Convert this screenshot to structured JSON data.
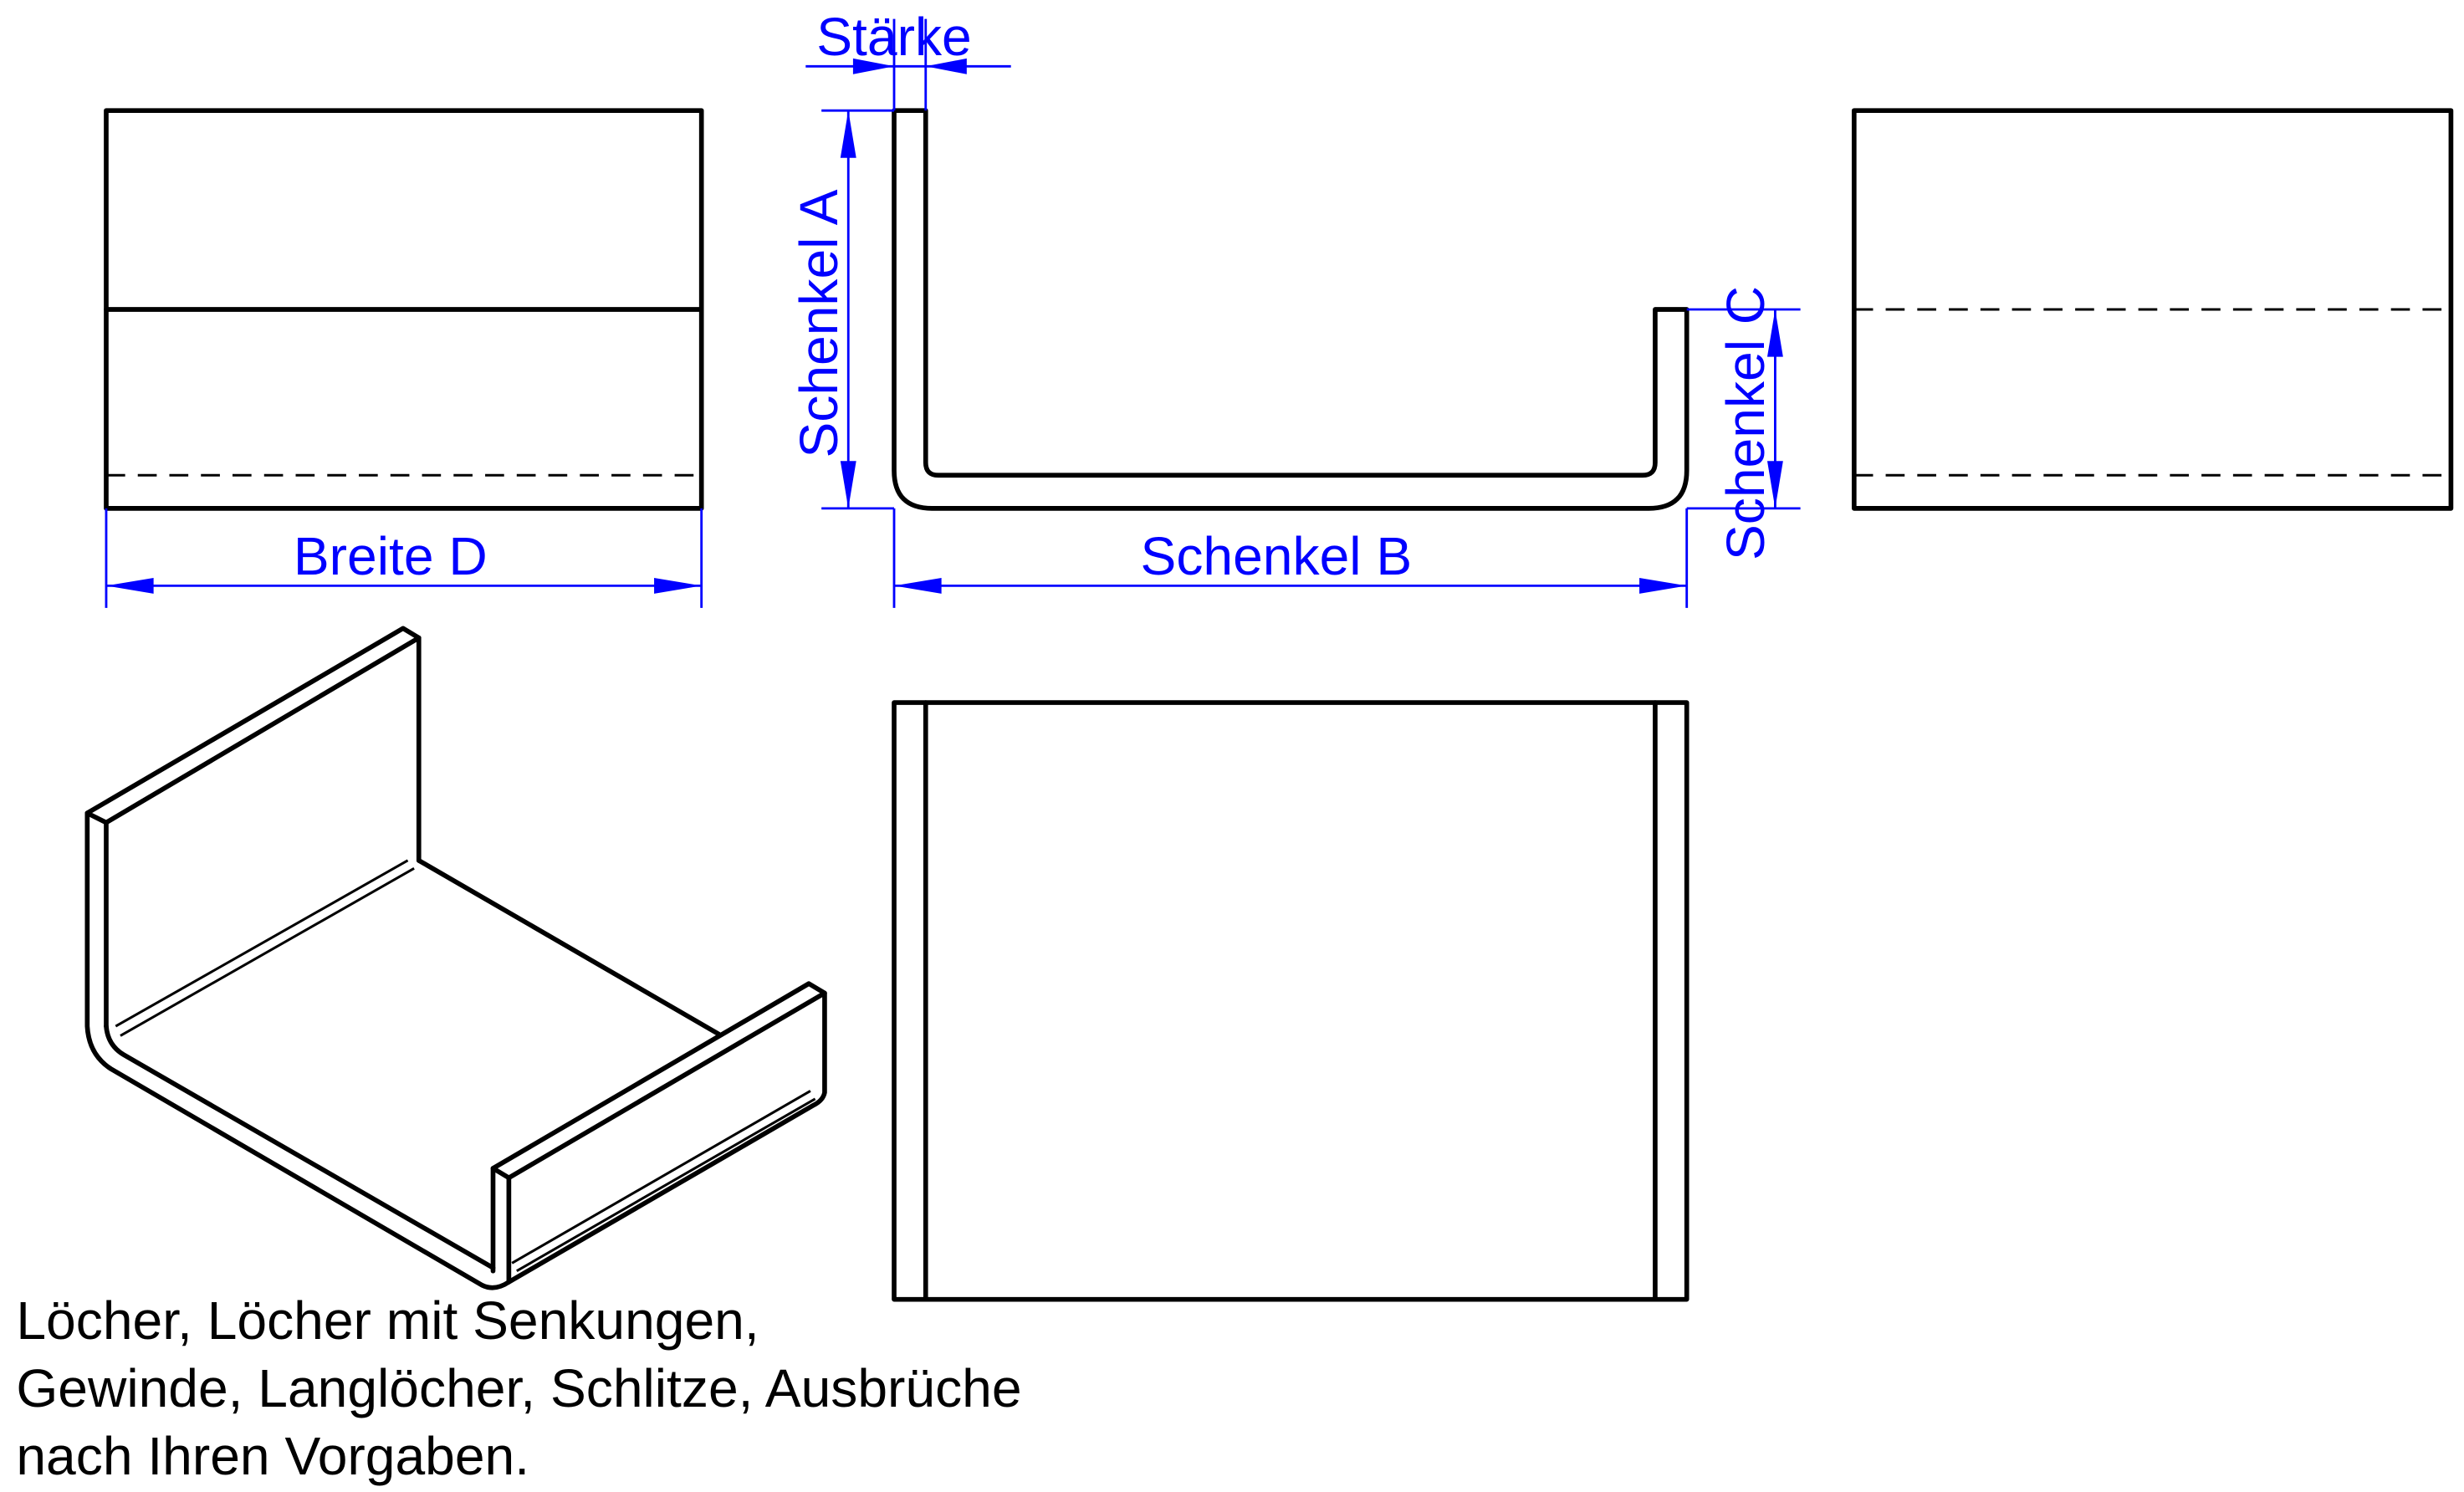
{
  "dimensions": {
    "thickness": "Stärke",
    "leg_a": "Schenkel A",
    "leg_b": "Schenkel B",
    "leg_c": "Schenkel C",
    "width_d": "Breite D"
  },
  "note": {
    "lines": [
      "Löcher, Löcher mit Senkungen,",
      "Gewinde, Langlöcher, Schlitze, Ausbrüche",
      "nach Ihren Vorgaben."
    ]
  },
  "colors": {
    "dimension": "#0000ff",
    "outline": "#000000"
  }
}
